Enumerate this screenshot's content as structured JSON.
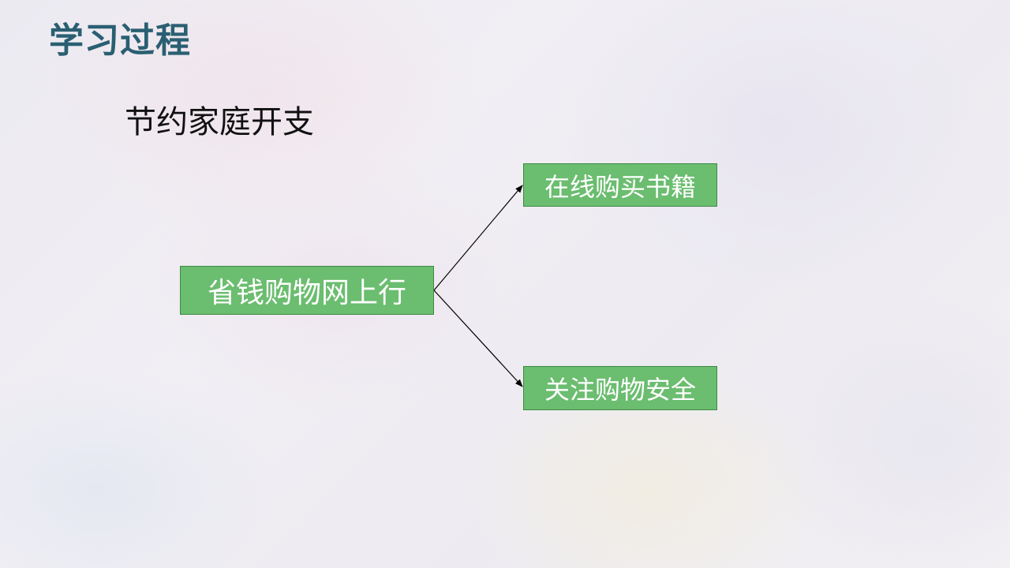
{
  "slide": {
    "title": "学习过程",
    "heading": "节约家庭开支"
  },
  "diagram": {
    "root": "省钱购物网上行",
    "branches": [
      "在线购买书籍",
      "关注购物安全"
    ]
  },
  "colors": {
    "title": "#2a5f72",
    "node_fill": "#6bbd6f",
    "node_border": "#3f8a45",
    "node_text": "#ffffff",
    "connector": "#000000"
  }
}
